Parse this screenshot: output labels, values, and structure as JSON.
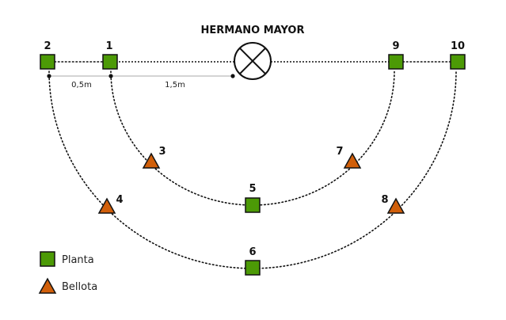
{
  "title": "HERMANO MAYOR",
  "colors": {
    "planta_fill": "#4c9a06",
    "bellota_fill": "#d15f0a",
    "stroke": "#111111",
    "dim_line": "#bbbbbb"
  },
  "nodes": [
    {
      "id": "1",
      "label": "1",
      "type": "planta"
    },
    {
      "id": "2",
      "label": "2",
      "type": "planta"
    },
    {
      "id": "3",
      "label": "3",
      "type": "bellota"
    },
    {
      "id": "4",
      "label": "4",
      "type": "bellota"
    },
    {
      "id": "5",
      "label": "5",
      "type": "planta"
    },
    {
      "id": "6",
      "label": "6",
      "type": "planta"
    },
    {
      "id": "7",
      "label": "7",
      "type": "bellota"
    },
    {
      "id": "8",
      "label": "8",
      "type": "bellota"
    },
    {
      "id": "9",
      "label": "9",
      "type": "planta"
    },
    {
      "id": "10",
      "label": "10",
      "type": "planta"
    }
  ],
  "dimensions": {
    "d1": "0,5m",
    "d2": "1,5m"
  },
  "legend": {
    "planta": "Planta",
    "bellota": "Bellota"
  }
}
